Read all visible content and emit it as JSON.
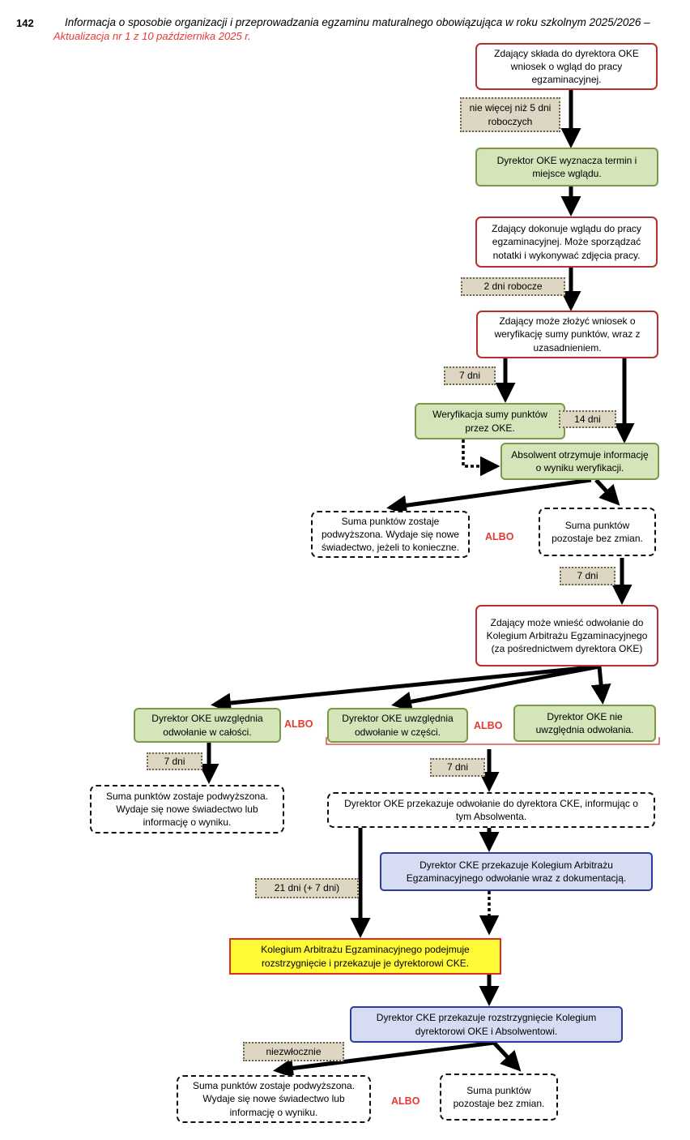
{
  "header": {
    "page_number": "142",
    "title": "Informacja o sposobie organizacji i przeprowadzania egzaminu maturalnego obowiązująca w roku szkolnym 2025/2026 –",
    "update": "Aktualizacja nr 1 z 10 października 2025 r."
  },
  "colors": {
    "red_border": "#b5312c",
    "green_fill": "#d5e4b9",
    "blue_fill": "#d6dcf2",
    "yellow_fill": "#fff936",
    "label_fill": "#dcd6c3",
    "albo": "#e53935"
  },
  "nodes": {
    "n1": "Zdający składa do dyrektora OKE wniosek o wgląd do pracy egzaminacyjnej.",
    "n2": "Dyrektor OKE wyznacza termin i miejsce wglądu.",
    "n3": "Zdający dokonuje wglądu do pracy egzaminacyjnej. Może sporządzać notatki i wykonywać zdjęcia pracy.",
    "n4": "Zdający może złożyć wniosek o weryfikację sumy punktów, wraz z uzasadnieniem.",
    "n5": "Weryfikacja sumy punktów przez OKE.",
    "n6": "Absolwent otrzymuje informację o wyniku weryfikacji.",
    "n7": "Suma punktów zostaje podwyższona. Wydaje się nowe świadectwo, jeżeli to konieczne.",
    "n8": "Suma punktów pozostaje bez zmian.",
    "n9": "Zdający może wnieść odwołanie do Kolegium Arbitrażu Egzaminacyjnego (za pośrednictwem dyrektora OKE)",
    "n10": "Dyrektor OKE uwzględnia odwołanie w całości.",
    "n11": "Dyrektor OKE uwzględnia odwołanie w części.",
    "n12": "Dyrektor OKE nie uwzględnia odwołania.",
    "n13": "Suma punktów zostaje podwyższona. Wydaje się nowe świadectwo lub informację o wyniku.",
    "n14": "Dyrektor OKE przekazuje odwołanie do dyrektora CKE, informując o tym Absolwenta.",
    "n15": "Dyrektor CKE przekazuje Kolegium Arbitrażu Egzaminacyjnego odwołanie wraz z dokumentacją.",
    "n16": "Kolegium Arbitrażu Egzaminacyjnego podejmuje rozstrzygnięcie i przekazuje je dyrektorowi CKE.",
    "n17": "Dyrektor CKE przekazuje rozstrzygnięcie Kolegium dyrektorowi OKE i Absolwentowi.",
    "n18": "Suma punktów zostaje podwyższona. Wydaje się nowe świadectwo lub informację o wyniku.",
    "n19": "Suma punktów pozostaje bez zmian."
  },
  "labels": {
    "l1": "nie więcej niż 5 dni roboczych",
    "l2": "2 dni robocze",
    "l3": "7 dni",
    "l4": "14 dni",
    "l5": "7 dni",
    "l6": "7 dni",
    "l7": "7 dni",
    "l8": "21 dni (+ 7 dni)",
    "l9": "niezwłocznie"
  },
  "albo": "ALBO"
}
